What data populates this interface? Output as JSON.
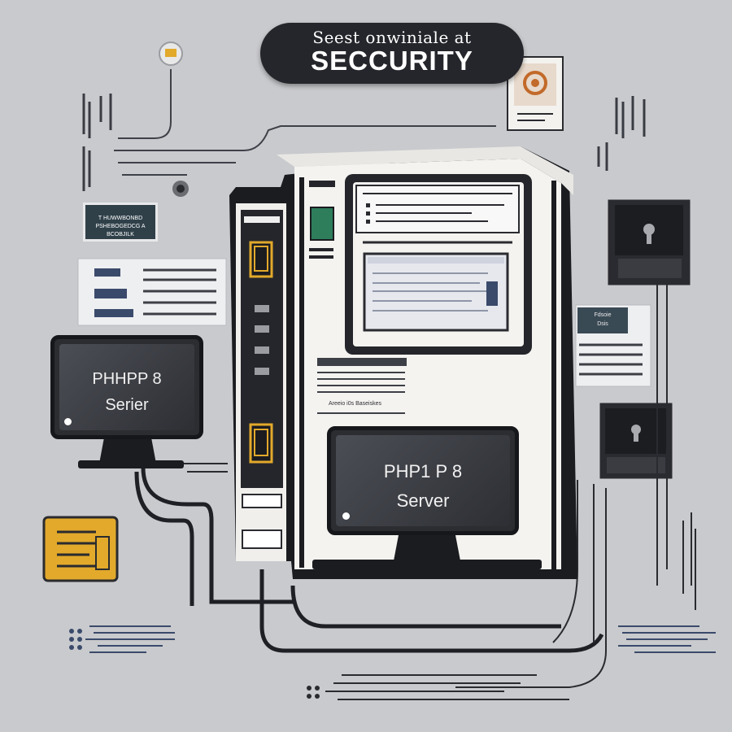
{
  "header": {
    "line1": "Seest onwiniale at",
    "line2": "SECCURITY"
  },
  "badge": {
    "line1": "T HUWWBONBD",
    "line2": "PSHEBOGEDCG A",
    "line3": "BCOBJILK"
  },
  "left_monitor": {
    "line1": "PHHPP 8",
    "line2": "Serier"
  },
  "center_monitor": {
    "line1": "PHP1 P  8",
    "line2": "Server"
  },
  "center_caption": "Areeio i0s  Baseiskes",
  "right_panel_label": {
    "line1": "Fdsoie",
    "line2": "Dsis"
  },
  "icons": {
    "lock": "padlock-icon",
    "seal": "certificate-seal-icon",
    "doc": "document-icon"
  },
  "colors": {
    "background": "#c9cacd",
    "dark": "#25262b",
    "accent_gold": "#e2a92b",
    "accent_green": "#2e7d5b",
    "accent_blue": "#3a4a6b"
  }
}
